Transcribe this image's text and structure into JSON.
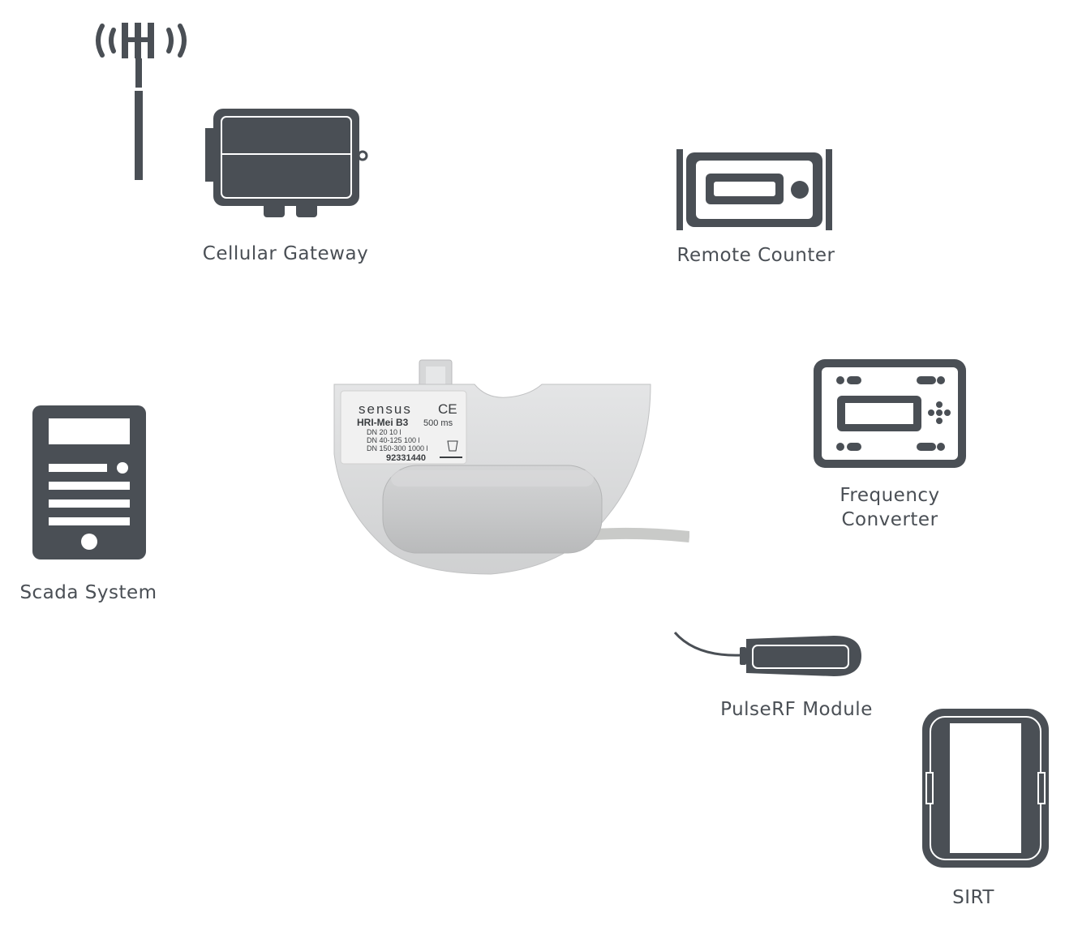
{
  "nodes": {
    "cellular_gateway": {
      "label": "Cellular Gateway",
      "icon": "cellular-gateway-icon"
    },
    "remote_counter": {
      "label": "Remote Counter",
      "icon": "remote-counter-icon"
    },
    "frequency_converter": {
      "label": "Frequency\nConverter",
      "icon": "frequency-converter-icon"
    },
    "scada_system": {
      "label": "Scada System",
      "icon": "scada-server-icon"
    },
    "pulserf_module": {
      "label": "PulseRF Module",
      "icon": "pulserf-module-icon"
    },
    "sirt": {
      "label": "SIRT",
      "icon": "sirt-handheld-icon"
    }
  },
  "device": {
    "brand": "sensus",
    "mark": "CE",
    "model": "HRI-Mei B3",
    "pulse": "500 ms",
    "spec_lines": [
      "DN 20 10 l",
      "DN 40-125 100 l",
      "DN 150-300 1000 l"
    ],
    "serial": "92331440"
  },
  "colors": {
    "icon": "#4a4f55",
    "label": "#4a4f55",
    "device_body": "#d9dadb",
    "background": "#ffffff"
  }
}
